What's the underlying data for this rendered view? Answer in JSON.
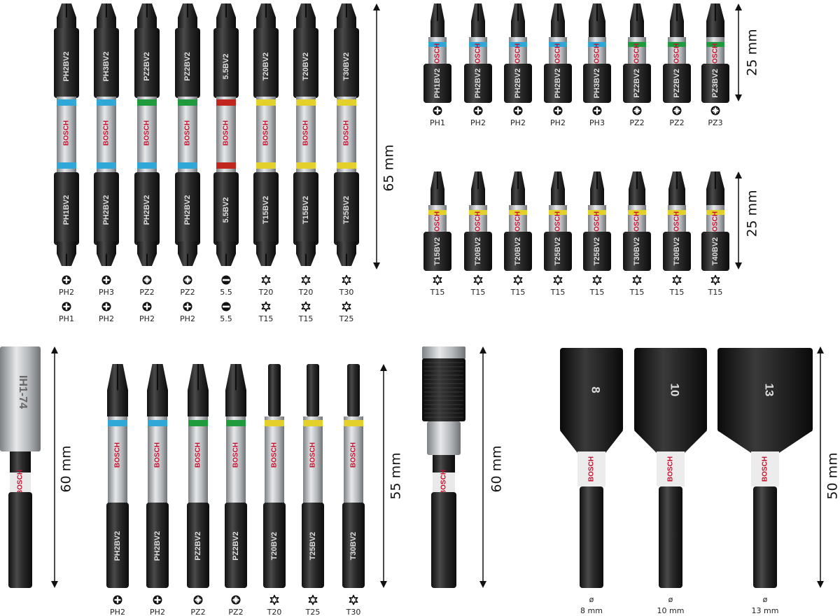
{
  "brand": "BOSCH",
  "suffix": "BV2",
  "colors": {
    "PH": "#2fa8d8",
    "PZ": "#1f9a3c",
    "SL": "#c0261e",
    "T": "#e4d02a"
  },
  "double_ended": {
    "dimension": "65 mm",
    "bits": [
      {
        "top": "PH2",
        "bottom": "PH1",
        "band": "PH",
        "icon_top": "phillips",
        "icon_bottom": "phillips"
      },
      {
        "top": "PH3",
        "bottom": "PH2",
        "band": "PH",
        "icon_top": "phillips",
        "icon_bottom": "phillips"
      },
      {
        "top": "PZ2",
        "bottom": "PH2",
        "band": "PZ",
        "band_bottom": "PH",
        "icon_top": "pozidriv",
        "icon_bottom": "phillips"
      },
      {
        "top": "PZ2",
        "bottom": "PH2",
        "band": "PZ",
        "band_bottom": "PH",
        "icon_top": "pozidriv",
        "icon_bottom": "phillips"
      },
      {
        "top": "5.5",
        "bottom": "5.5",
        "band": "SL",
        "icon_top": "slotted",
        "icon_bottom": "slotted"
      },
      {
        "top": "T20",
        "bottom": "T15",
        "band": "T",
        "icon_top": "torx",
        "icon_bottom": "torx"
      },
      {
        "top": "T20",
        "bottom": "T15",
        "band": "T",
        "icon_top": "torx",
        "icon_bottom": "torx"
      },
      {
        "top": "T30",
        "bottom": "T25",
        "band": "T",
        "icon_top": "torx",
        "icon_bottom": "torx"
      }
    ]
  },
  "short_cross": {
    "dimension": "25 mm",
    "bits": [
      {
        "mark": "PH1",
        "label": "PH1",
        "band": "PH",
        "icon": "phillips"
      },
      {
        "mark": "PH2",
        "label": "PH2",
        "band": "PH",
        "icon": "phillips"
      },
      {
        "mark": "PH2",
        "label": "PH2",
        "band": "PH",
        "icon": "phillips"
      },
      {
        "mark": "PH2",
        "label": "PH2",
        "band": "PH",
        "icon": "phillips"
      },
      {
        "mark": "PH3",
        "label": "PH3",
        "band": "PH",
        "icon": "phillips"
      },
      {
        "mark": "PZ2",
        "label": "PZ2",
        "band": "PZ",
        "icon": "pozidriv"
      },
      {
        "mark": "PZ2",
        "label": "PZ2",
        "band": "PZ",
        "icon": "pozidriv"
      },
      {
        "mark": "PZ3",
        "label": "PZ3",
        "band": "PZ",
        "icon": "pozidriv"
      }
    ]
  },
  "short_torx": {
    "dimension": "25 mm",
    "bits": [
      {
        "mark": "T15",
        "label": "T15",
        "band": "T",
        "icon": "torx"
      },
      {
        "mark": "T20",
        "label": "T15",
        "band": "T",
        "icon": "torx"
      },
      {
        "mark": "T20",
        "label": "T15",
        "band": "T",
        "icon": "torx"
      },
      {
        "mark": "T25",
        "label": "T15",
        "band": "T",
        "icon": "torx"
      },
      {
        "mark": "T25",
        "label": "T15",
        "band": "T",
        "icon": "torx"
      },
      {
        "mark": "T30",
        "label": "T15",
        "band": "T",
        "icon": "torx"
      },
      {
        "mark": "T30",
        "label": "T15",
        "band": "T",
        "icon": "torx"
      },
      {
        "mark": "T40",
        "label": "T15",
        "band": "T",
        "icon": "torx"
      }
    ]
  },
  "bit_holder": {
    "dimension": "60 mm",
    "mark": "IH1-74"
  },
  "power_bits": {
    "dimension": "55 mm",
    "bits": [
      {
        "mark": "PH2",
        "label": "PH2",
        "band": "PH",
        "icon": "phillips"
      },
      {
        "mark": "PH2",
        "label": "PH2",
        "band": "PH",
        "icon": "phillips"
      },
      {
        "mark": "PZ2",
        "label": "PZ2",
        "band": "PZ",
        "icon": "pozidriv"
      },
      {
        "mark": "PZ2",
        "label": "PZ2",
        "band": "PZ",
        "icon": "pozidriv"
      },
      {
        "mark": "T20",
        "label": "T20",
        "band": "T",
        "icon": "torx"
      },
      {
        "mark": "T25",
        "label": "T25",
        "band": "T",
        "icon": "torx"
      },
      {
        "mark": "T30",
        "label": "T30",
        "band": "T",
        "icon": "torx"
      }
    ]
  },
  "quick_release_holder": {
    "dimension": "60 mm"
  },
  "nut_setters": {
    "dimension": "50 mm",
    "items": [
      {
        "mark": "8",
        "diameter_symbol": "ø",
        "label": "8 mm"
      },
      {
        "mark": "10",
        "diameter_symbol": "ø",
        "label": "10 mm"
      },
      {
        "mark": "13",
        "diameter_symbol": "ø",
        "label": "13 mm"
      }
    ]
  }
}
